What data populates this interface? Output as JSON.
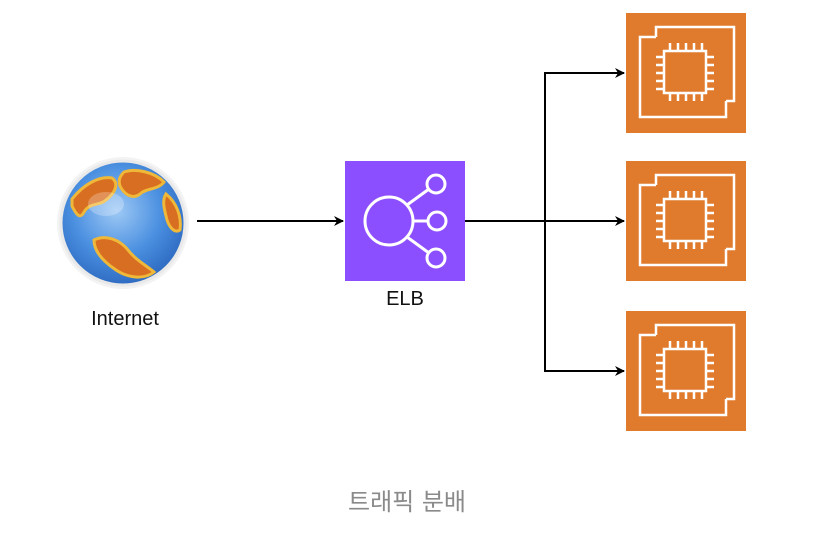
{
  "nodes": {
    "internet": {
      "label": "Internet",
      "icon": "globe-icon"
    },
    "elb": {
      "label": "ELB",
      "icon": "load-balancer-icon",
      "color": "#8C4FFF"
    },
    "ec2_instances": [
      {
        "icon": "ec2-instance-icon",
        "color": "#E07A2C"
      },
      {
        "icon": "ec2-instance-icon",
        "color": "#E07A2C"
      },
      {
        "icon": "ec2-instance-icon",
        "color": "#E07A2C"
      }
    ]
  },
  "caption": "트래픽 분배",
  "colors": {
    "arrow": "#000000",
    "caption_text": "#8a8a8a",
    "globe_ocean": "#4a8fe0",
    "globe_land": "#e0893a"
  }
}
